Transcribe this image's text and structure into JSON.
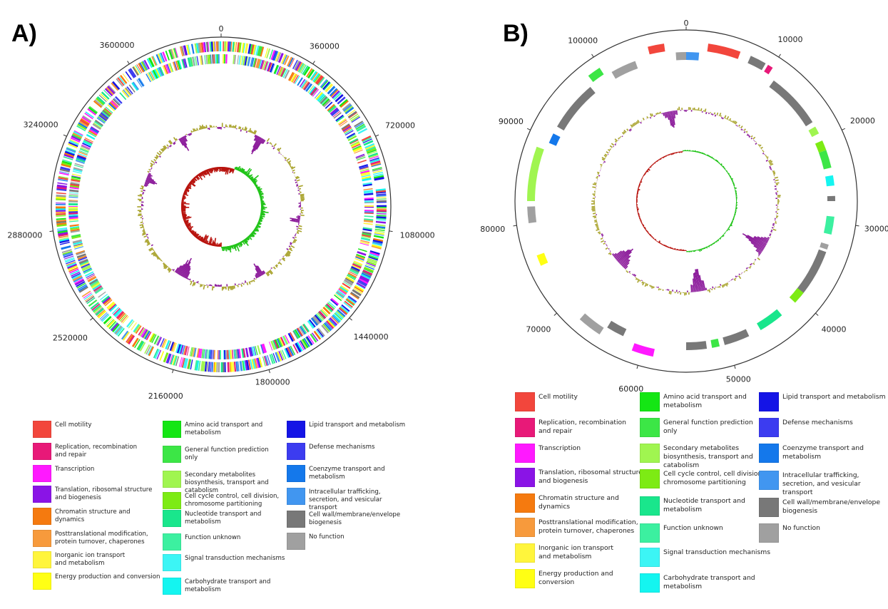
{
  "panels": {
    "a": {
      "label": "A)",
      "tick_labels": [
        "0",
        "360000",
        "720000",
        "1080000",
        "1440000",
        "1800000",
        "2160000",
        "2520000",
        "2880000",
        "3240000",
        "3600000"
      ]
    },
    "b": {
      "label": "B)",
      "tick_labels": [
        "0",
        "10000",
        "20000",
        "30000",
        "40000",
        "50000",
        "60000",
        "70000",
        "80000",
        "90000",
        "100000"
      ]
    }
  },
  "legend": {
    "columns": [
      [
        {
          "label": "Cell motility",
          "color": "#f2463c"
        },
        {
          "label": "Replication, recombination\nand repair",
          "color": "#e81978"
        },
        {
          "label": "Transcription",
          "color": "#ff19ff"
        },
        {
          "label": "Translation, ribosomal structure\nand biogenesis",
          "color": "#8a14e6"
        },
        {
          "label": "Chromatin structure and\ndynamics",
          "color": "#f57a0f"
        },
        {
          "label": "Posttranslational modification,\nprotein turnover, chaperones",
          "color": "#f79a3c"
        },
        {
          "label": "Inorganic ion transport\nand metabolism",
          "color": "#fff53c"
        },
        {
          "label": "Energy production and conversion",
          "color": "#ffff14"
        }
      ],
      [
        {
          "label": "Amino acid transport and\nmetabolism",
          "color": "#14e614"
        },
        {
          "label": "General function prediction\nonly",
          "color": "#3ce646"
        },
        {
          "label": "Secondary metabolites\nbiosynthesis, transport and\ncatabolism",
          "color": "#a0f550"
        },
        {
          "label": "Cell cycle control, cell division,\nchromosome partitioning",
          "color": "#7deb14"
        },
        {
          "label": "Nucleotide transport and\nmetabolism",
          "color": "#19e68c"
        },
        {
          "label": "Function unknown",
          "color": "#3cf0a0"
        },
        {
          "label": "Signal transduction mechanisms",
          "color": "#3cf5f5"
        },
        {
          "label": "Carbohydrate transport and\nmetabolism",
          "color": "#14f5f0"
        }
      ],
      [
        {
          "label": "Lipid transport and metabolism",
          "color": "#1414e6"
        },
        {
          "label": "Defense mechanisms",
          "color": "#3c3cf0"
        },
        {
          "label": "Coenzyme transport and\nmetabolism",
          "color": "#1478eb"
        },
        {
          "label": "Intracellular trafficking,\nsecretion, and vesicular\ntransport",
          "color": "#4196f0"
        },
        {
          "label": "Cell wall/membrane/envelope\nbiogenesis",
          "color": "#787878"
        },
        {
          "label": "No function",
          "color": "#a0a0a0"
        }
      ]
    ]
  },
  "colors": {
    "gc_content_high": "#a8a22a",
    "gc_content_low": "#8b1a9a",
    "gc_skew_positive": "#22c41a",
    "gc_skew_negative": "#b8140f"
  }
}
